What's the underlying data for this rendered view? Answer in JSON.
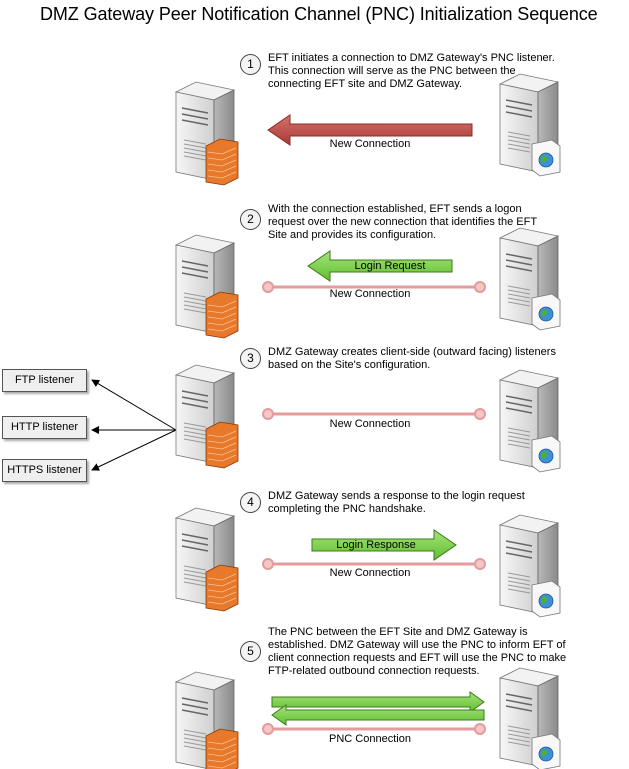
{
  "title": "DMZ Gateway Peer Notification Channel (PNC) Initialization Sequence",
  "steps": [
    {
      "number": "1",
      "text": "EFT initiates a connection to DMZ Gateway's PNC listener. This connection will serve as the PNC between the connecting EFT site and DMZ Gateway.",
      "connection_label": "New Connection",
      "message_label": ""
    },
    {
      "number": "2",
      "text": "With the connection established, EFT sends a logon request over the new connection that identifies the EFT Site and provides its configuration.",
      "connection_label": "New Connection",
      "message_label": "Login Request"
    },
    {
      "number": "3",
      "text": "DMZ Gateway creates client-side (outward facing) listeners based on the Site's configuration.",
      "connection_label": "New Connection",
      "message_label": ""
    },
    {
      "number": "4",
      "text": "DMZ Gateway sends a response to the login request completing the PNC handshake.",
      "connection_label": "New Connection",
      "message_label": "Login Response"
    },
    {
      "number": "5",
      "text": "The PNC between the EFT Site and DMZ Gateway is established. DMZ Gateway will use the PNC to inform EFT of client connection requests and EFT will use the PNC to make FTP-related outbound connection requests.",
      "connection_label": "PNC Connection",
      "message_label": ""
    }
  ],
  "listeners": [
    "FTP listener",
    "HTTP listener",
    "HTTPS listener"
  ],
  "colors": {
    "new_connection_arrow": "#c0504d",
    "message_arrow": "#7fd04a",
    "connection_line": "#e39b9b",
    "server_body": "#e8e8e8",
    "firewall": "#e8782a"
  }
}
